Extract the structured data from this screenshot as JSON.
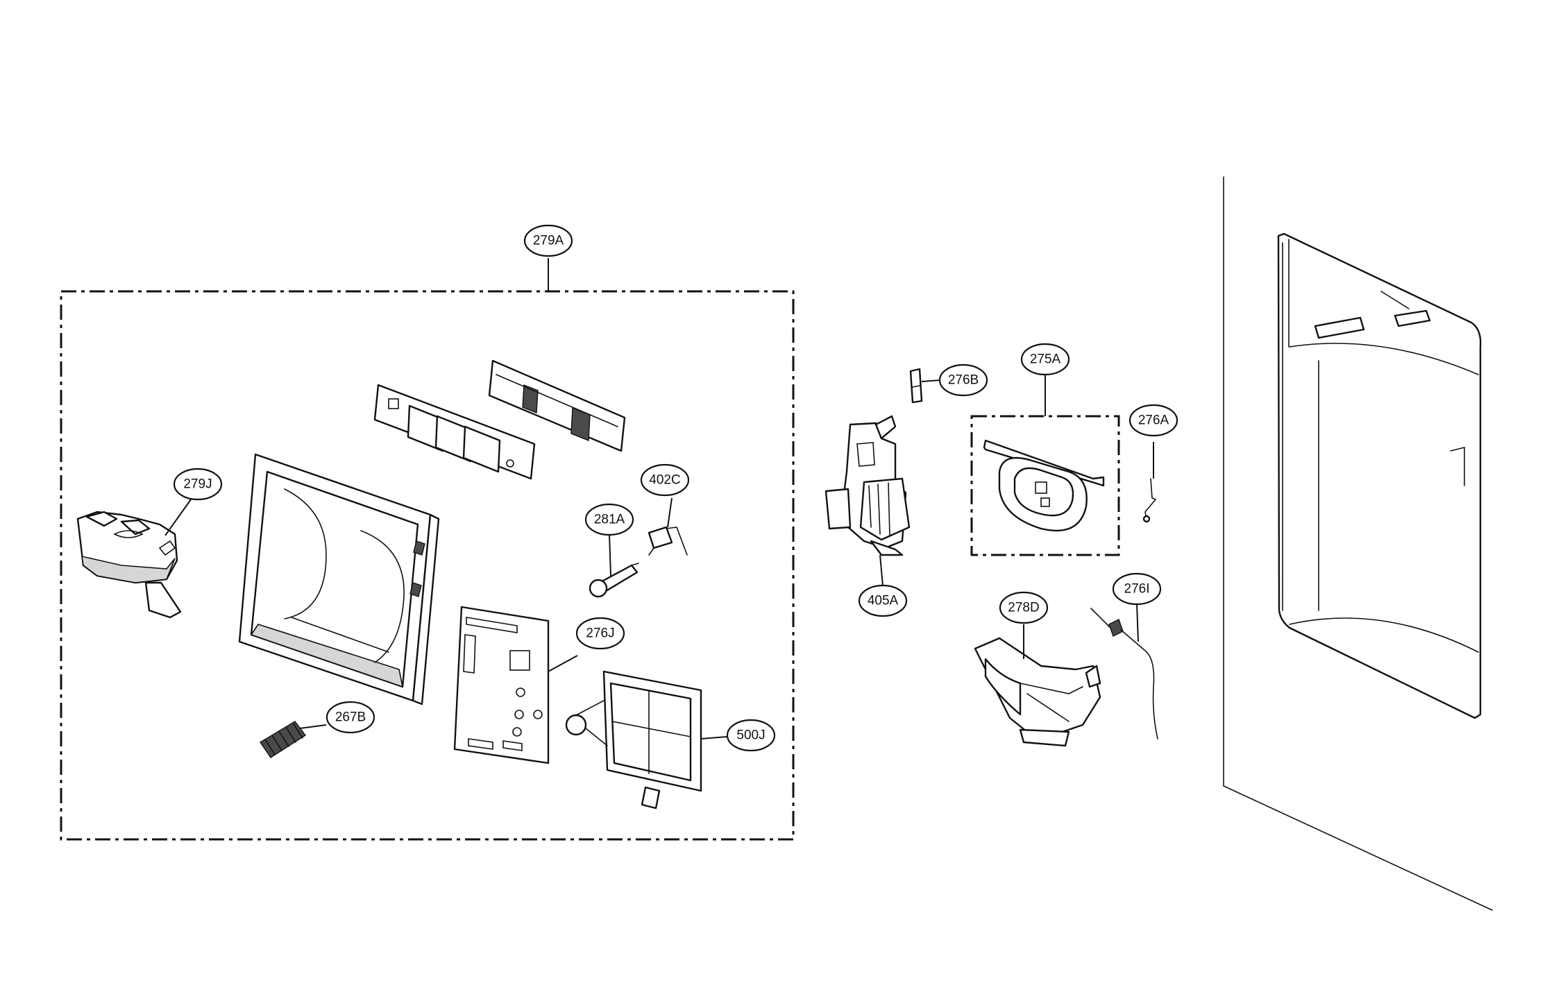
{
  "callouts": {
    "c279A": "279A",
    "c279J": "279J",
    "c402C": "402C",
    "c281A": "281A",
    "c276J": "276J",
    "c267B": "267B",
    "c500J": "500J",
    "c276B": "276B",
    "c275A": "275A",
    "c276A": "276A",
    "c405A": "405A",
    "c278D": "278D",
    "c276I": "276I"
  }
}
